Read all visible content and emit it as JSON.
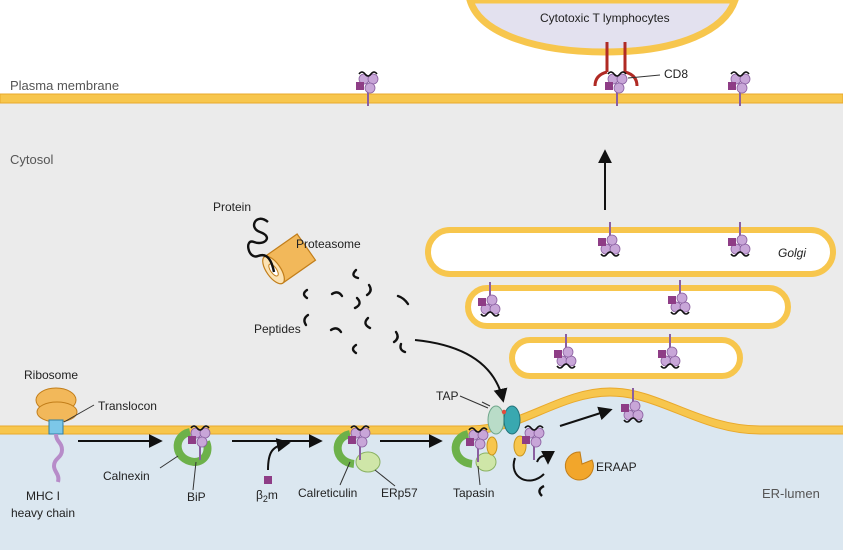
{
  "regions": {
    "plasma_membrane": "Plasma membrane",
    "cytosol": "Cytosol",
    "er_lumen": "ER-lumen",
    "golgi": "Golgi"
  },
  "cells": {
    "ctl": "Cytotoxic T lymphocytes",
    "cd8": "CD8"
  },
  "labels": {
    "protein": "Protein",
    "proteasome": "Proteasome",
    "peptides": "Peptides",
    "ribosome": "Ribosome",
    "translocon": "Translocon",
    "mhc_line1": "MHC I",
    "mhc_line2": "heavy chain",
    "calnexin": "Calnexin",
    "bip": "BiP",
    "b2m_beta": "β",
    "b2m_sub": "2",
    "b2m_m": "m",
    "calreticulin": "Calreticulin",
    "erp57": "ERp57",
    "tap": "TAP",
    "tapasin": "Tapasin",
    "eraap": "ERAAP"
  },
  "colors": {
    "membrane": "#f7c64d",
    "membrane_edge": "#e9a92c",
    "cytosol": "#ebebeb",
    "er_lumen": "#dbe7f0",
    "mhc": "#c8a6d8",
    "mhc_edge": "#8a5fa0",
    "peptide": "#8e3d86",
    "chaperone": "#6db14a",
    "erp57": "#cfe6a8",
    "cd8": "#b02a24",
    "ctl": "#e3e1ef",
    "ribosome": "#f2b85a",
    "translocon": "#7cc7e8",
    "tap1": "#b9dcc8",
    "tap2": "#39a8b0",
    "eraap": "#f2a62b"
  }
}
